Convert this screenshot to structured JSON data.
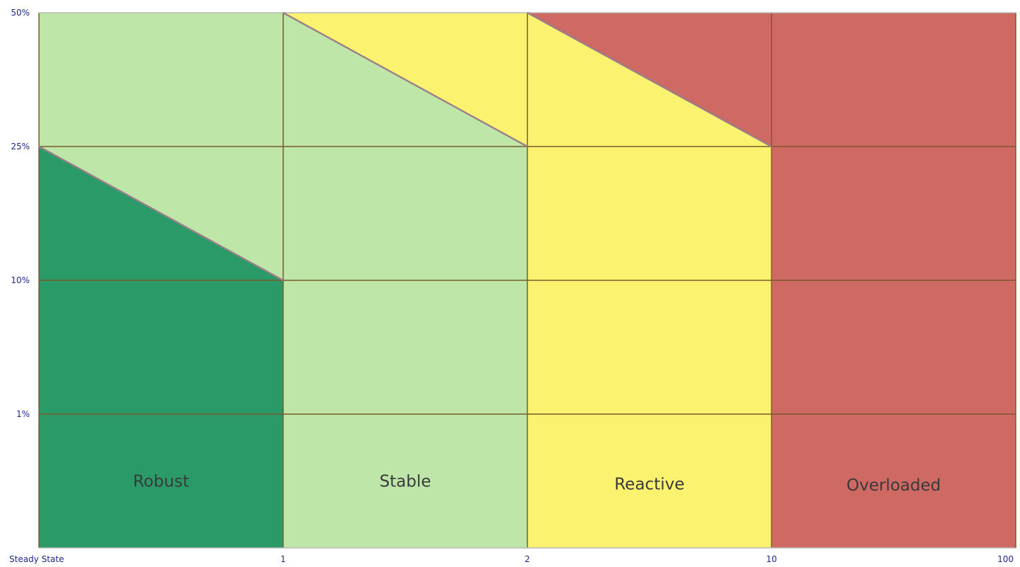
{
  "chart_data": {
    "type": "heatmap",
    "title": "",
    "xlabel": "",
    "ylabel": "",
    "x_tick_labels": [
      "Steady State",
      "1",
      "2",
      "10",
      "100"
    ],
    "y_tick_labels": [
      "1%",
      "10%",
      "25%",
      "50%"
    ],
    "x_band_count": 4,
    "y_band_count": 4,
    "zones": [
      {
        "name": "Robust",
        "color": "#2a9a68",
        "vertices": [
          [
            0,
            0
          ],
          [
            1,
            0
          ],
          [
            1,
            2
          ],
          [
            0,
            3
          ]
        ]
      },
      {
        "name": "Stable",
        "color": "#bde6a8",
        "vertices": [
          [
            0,
            3
          ],
          [
            1,
            2
          ],
          [
            1,
            0
          ],
          [
            2,
            0
          ],
          [
            2,
            3
          ],
          [
            1,
            4
          ],
          [
            0,
            4
          ]
        ]
      },
      {
        "name": "Reactive",
        "color": "#fbf36f",
        "vertices": [
          [
            1,
            4
          ],
          [
            2,
            3
          ],
          [
            2,
            0
          ],
          [
            3,
            0
          ],
          [
            3,
            3
          ],
          [
            2,
            4
          ]
        ]
      },
      {
        "name": "Overloaded",
        "color": "#cf6963",
        "vertices": [
          [
            2,
            4
          ],
          [
            3,
            3
          ],
          [
            3,
            0
          ],
          [
            4,
            0
          ],
          [
            4,
            4
          ]
        ]
      }
    ],
    "region_labels": [
      {
        "text": "Robust",
        "x": 0.5,
        "y": 0.5
      },
      {
        "text": "Stable",
        "x": 1.5,
        "y": 0.5
      },
      {
        "text": "Reactive",
        "x": 2.5,
        "y": 0.48
      },
      {
        "text": "Overloaded",
        "x": 3.5,
        "y": 0.47
      }
    ],
    "grid": true,
    "grid_color": "#7a5a2a",
    "tick_color": "#1f2a8a",
    "legend": "none"
  }
}
